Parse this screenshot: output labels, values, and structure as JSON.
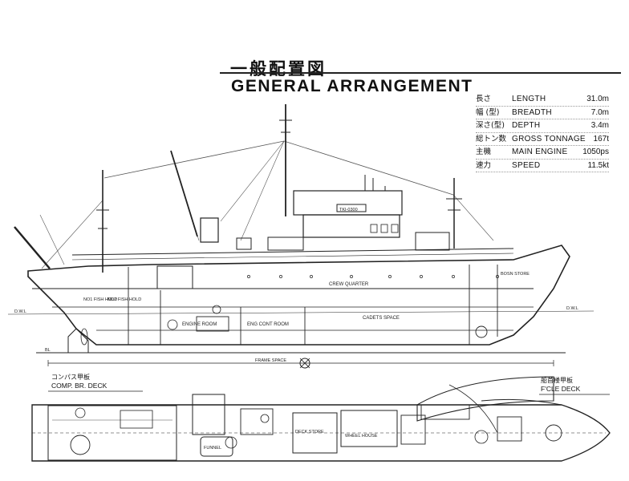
{
  "title": {
    "japanese": "一般配置図",
    "english": "GENERAL ARRANGEMENT"
  },
  "specs": [
    {
      "jp": "長さ",
      "en": "LENGTH",
      "value": "31.0m"
    },
    {
      "jp": "幅 (型)",
      "en": "BREADTH",
      "value": "7.0m"
    },
    {
      "jp": "深さ(型)",
      "en": "DEPTH",
      "value": "3.4m"
    },
    {
      "jp": "総トン数",
      "en": "GROSS TONNAGE",
      "value": "167t"
    },
    {
      "jp": "主機",
      "en": "MAIN ENGINE",
      "value": "1050ps"
    },
    {
      "jp": "速力",
      "en": "SPEED",
      "value": "11.5kt"
    }
  ],
  "profile_labels": {
    "crew_quarter": "CREW QUARTER",
    "cadets_space": "CADETS SPACE",
    "engine_room": "ENGINE ROOM",
    "eng_cont_room": "ENG CONT ROOM",
    "bosn_store": "BOSN STORE",
    "fish_hold_1": "NO1 FISH HOLD",
    "fish_hold_2": "NO2 FISH HOLD",
    "name_board": "TKI-0300",
    "frame_space": "FRAME SPACE",
    "dwl_left": "D.W.L",
    "dwl_right": "D.W.L",
    "bl": "BL"
  },
  "plan_labels": {
    "comp_br_deck_jp": "コンパス甲板",
    "comp_br_deck_en": "COMP. BR. DECK",
    "fcle_deck_jp": "船首楼甲板",
    "fcle_deck_en": "F'CLE DECK",
    "funnel": "FUNNEL",
    "wheel_house": "WHEEL HOUSE",
    "deck_store": "DECK STORE"
  },
  "colors": {
    "ink": "#222222",
    "paper": "#ffffff"
  }
}
